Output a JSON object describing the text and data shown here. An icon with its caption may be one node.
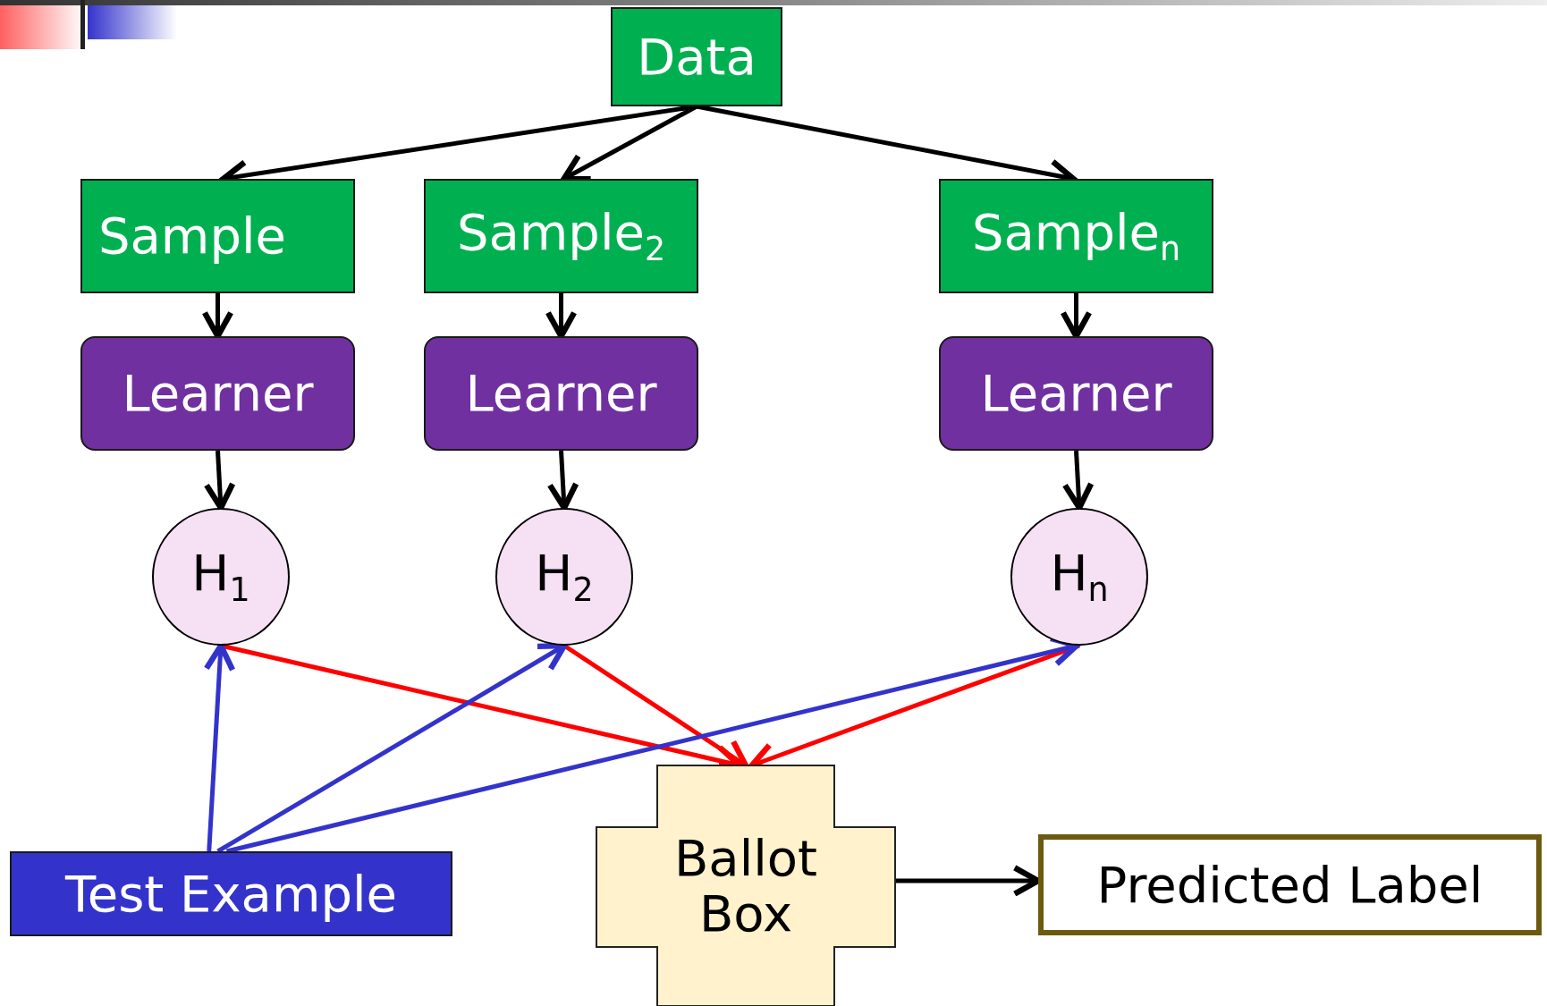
{
  "diagram": {
    "nodes": [
      {
        "text": [
          "Data"
        ]
      },
      {
        "text": [
          "Sample"
        ]
      },
      {
        "text": [
          "Sample$_{2}$"
        ]
      },
      {
        "text": [
          "Sample$_{n}$"
        ]
      },
      {
        "text": [
          "Learner"
        ]
      },
      {
        "text": [
          "Learner"
        ]
      },
      {
        "text": [
          "Learner"
        ]
      },
      {
        "text": [
          "H$_{1}$"
        ]
      },
      {
        "text": [
          "H$_{2}$"
        ]
      },
      {
        "text": [
          "H$_{n}$"
        ]
      },
      {
        "text": [
          "Test Example"
        ]
      },
      {
        "text": [
          "Ballot Box"
        ]
      },
      {
        "text": [
          "Predicted Label"
        ]
      }
    ],
    "edges": [
      {
        "from": 0,
        "to": 1,
        "arrow": "to"
      },
      {
        "from": 0,
        "to": 2,
        "arrow": "to"
      },
      {
        "from": 0,
        "to": 3,
        "arrow": "to"
      },
      {
        "from": 1,
        "to": 4,
        "arrow": "to"
      },
      {
        "from": 2,
        "to": 5,
        "arrow": "to"
      },
      {
        "from": 3,
        "to": 6,
        "arrow": "to"
      },
      {
        "from": 4,
        "to": 7,
        "arrow": "to"
      },
      {
        "from": 5,
        "to": 8,
        "arrow": "to"
      },
      {
        "from": 6,
        "to": 9,
        "arrow": "to"
      },
      {
        "from": 7,
        "to": 11,
        "arrow": "to",
        "color": "#ff0000"
      },
      {
        "from": 8,
        "to": 11,
        "arrow": "to",
        "color": "#ff0000"
      },
      {
        "from": 9,
        "to": 11,
        "arrow": "to",
        "color": "#ff0000"
      },
      {
        "from": 10,
        "to": 7,
        "arrow": "to",
        "color": "#3333cc"
      },
      {
        "from": 10,
        "to": 8,
        "arrow": "to",
        "color": "#3333cc"
      },
      {
        "from": 10,
        "to": 9,
        "arrow": "to",
        "color": "#3333cc"
      },
      {
        "from": 11,
        "to": 12,
        "arrow": "to"
      }
    ]
  }
}
